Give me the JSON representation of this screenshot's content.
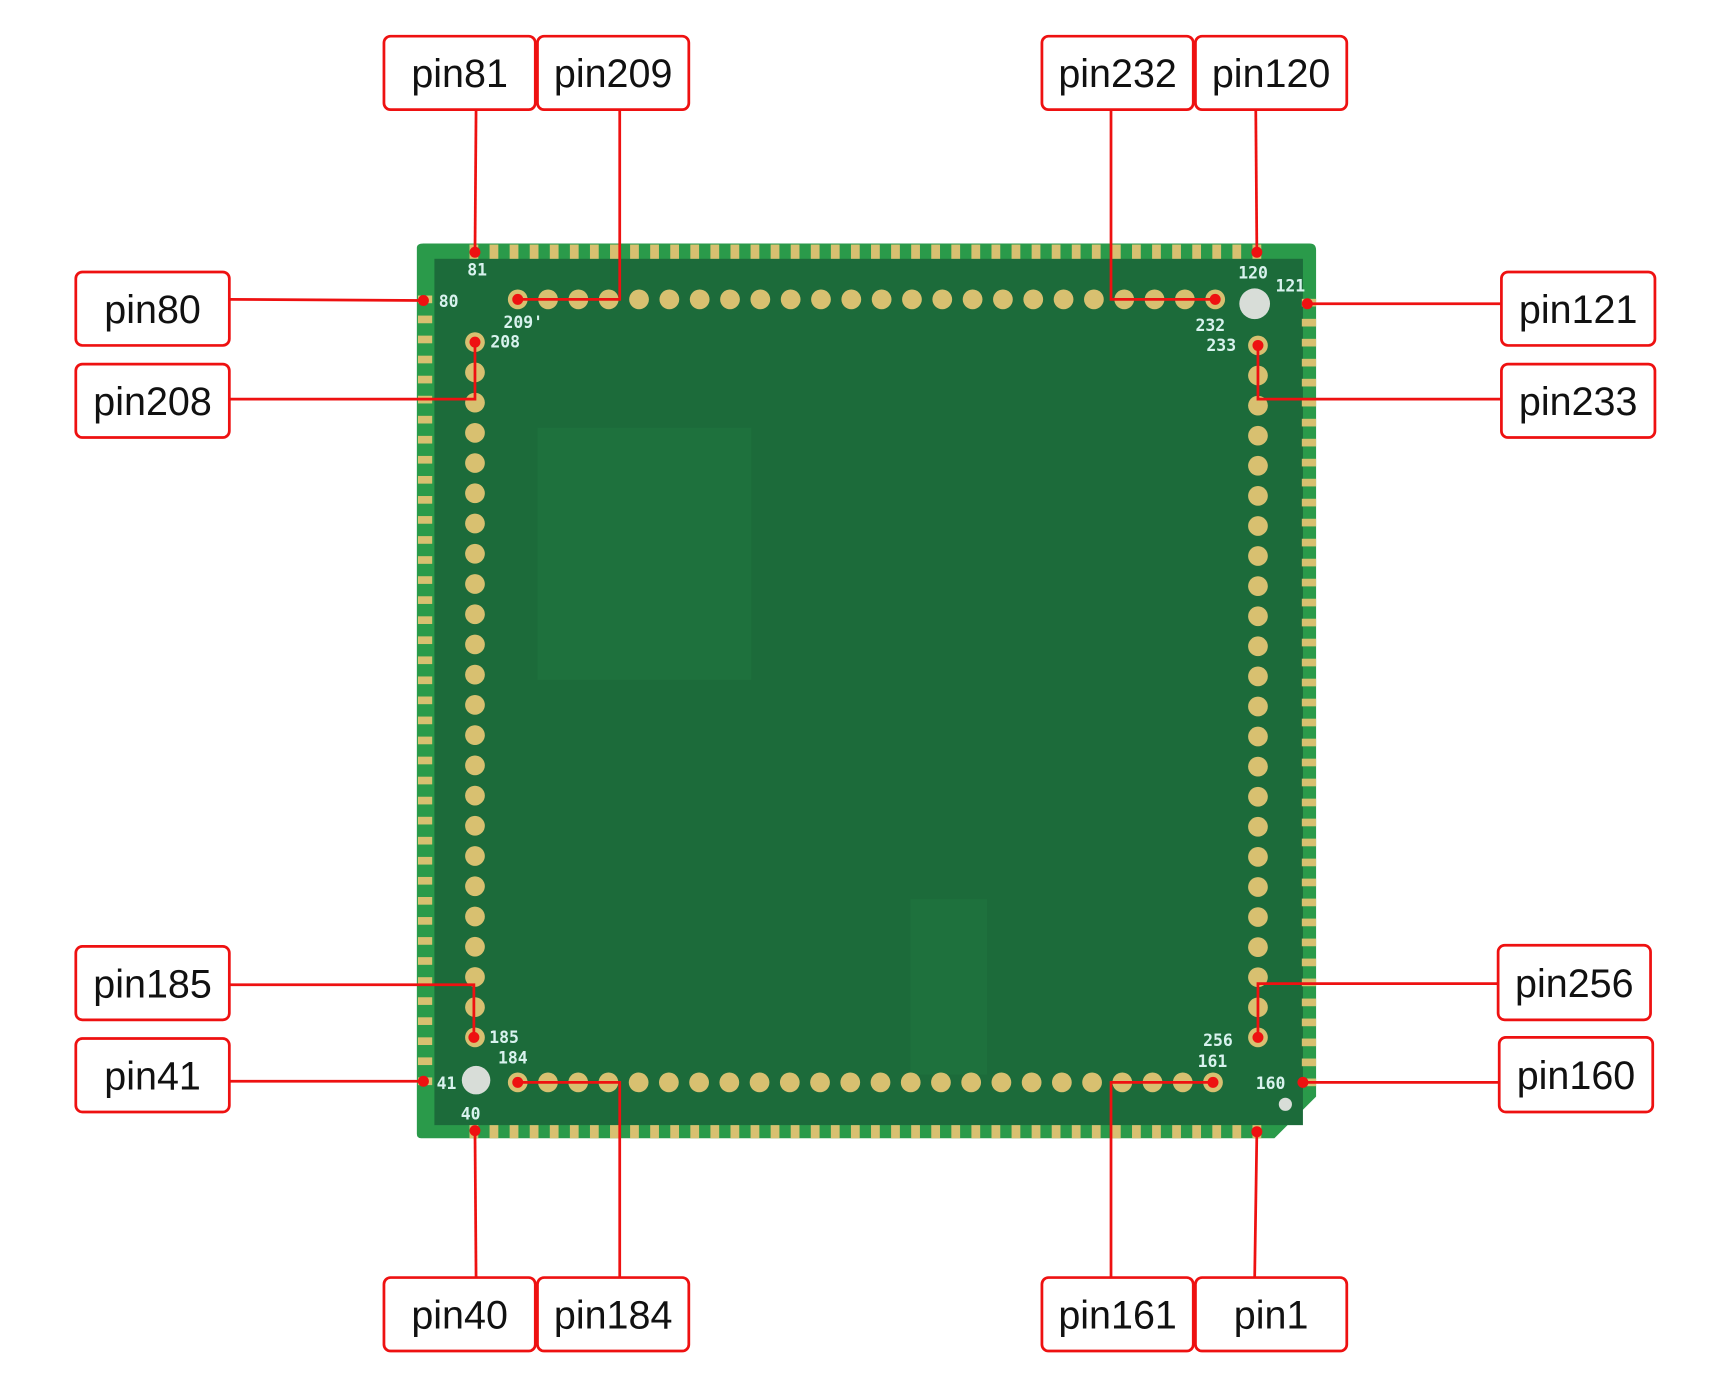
{
  "colors": {
    "board": "#1c6b3a",
    "board_dark": "#165a31",
    "edge": "#2fa84f",
    "pad": "#d8c070",
    "leader": "#ee1111",
    "box_border": "#ee1111"
  },
  "callouts": {
    "pin81": "pin81",
    "pin209": "pin209",
    "pin232": "pin232",
    "pin120": "pin120",
    "pin80": "pin80",
    "pin208": "pin208",
    "pin185": "pin185",
    "pin41": "pin41",
    "pin121": "pin121",
    "pin233": "pin233",
    "pin256": "pin256",
    "pin160": "pin160",
    "pin40": "pin40",
    "pin184": "pin184",
    "pin161": "pin161",
    "pin1": "pin1"
  },
  "silkscreen": {
    "s81": "81",
    "s80": "80",
    "s209": "209'",
    "s208": "208",
    "s120": "120",
    "s121": "121",
    "s232": "232",
    "s233": "233",
    "s185": "185",
    "s184": "184",
    "s41": "41",
    "s40": "40",
    "s256": "256",
    "s161": "161",
    "s160": "160"
  }
}
